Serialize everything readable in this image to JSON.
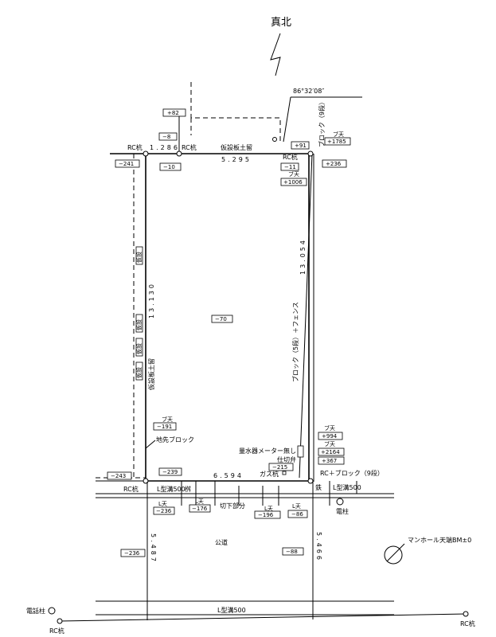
{
  "north": "真北",
  "angle": "86°32′08″",
  "top_labels": {
    "rc1": "RC杭",
    "dim_top_left": "1.286",
    "rc2": "RC杭",
    "fence_top": "仮設板土留",
    "dim_top": "5.295",
    "rc3": "RC杭",
    "block_right": "ブロック（9段）"
  },
  "elevations": {
    "e82": "+82",
    "e_8": "−8",
    "e_10": "−10",
    "e_241": "−241",
    "e91": "+91",
    "e_11": "−11",
    "e1785_lbl": "ブ天",
    "e1785": "+1785",
    "e236r": "+236",
    "e1006_lbl": "ブ天",
    "e1006": "+1006",
    "e_70": "−70",
    "e_191_lbl": "ブ天",
    "e_191": "−191",
    "e_239": "−239",
    "e_243": "−243",
    "e994_lbl": "ブ天",
    "e994": "+994",
    "e2164_lbl": "ブ天",
    "e2164": "+2164",
    "e367": "+367",
    "e_215": "−215",
    "e_236l_lbl": "L天",
    "e_236l": "−236",
    "e_176_lbl": "L天",
    "e_176": "−176",
    "e_196_lbl": "L天",
    "e_196": "−196",
    "e_86_lbl": "L天",
    "e_86": "−86",
    "e_236road": "−236",
    "e_88": "−88"
  },
  "side_labels": {
    "left_fence": "仮設板土留",
    "left_dim": "13.130",
    "right_fence": "ブロック（5段）＋フェンス",
    "right_dim": "13.054",
    "left_tag": "仮設"
  },
  "bottom_labels": {
    "chisaki": "地先ブロック",
    "meter": "量水器メーター無し",
    "valve": "仕切弁",
    "gas": "ガス杭",
    "dim_bottom": "6.594",
    "rc_bl": "RC杭",
    "l500_left": "L型溝500",
    "masu": "桝",
    "tetsu": "鉄",
    "l500_right": "L型溝500",
    "rc_block": "RC＋ブロック（9段）",
    "kiri": "切下部分",
    "pole": "電柱",
    "road": "公道",
    "dim_road_left": "5.487",
    "dim_road_right": "5.466",
    "manhole": "マンホール天端BM±0",
    "l500_bottom": "L型溝500",
    "phone_pole": "電話柱",
    "rc_bottom_left": "RC杭",
    "rc_bottom_right": "RC杭"
  }
}
